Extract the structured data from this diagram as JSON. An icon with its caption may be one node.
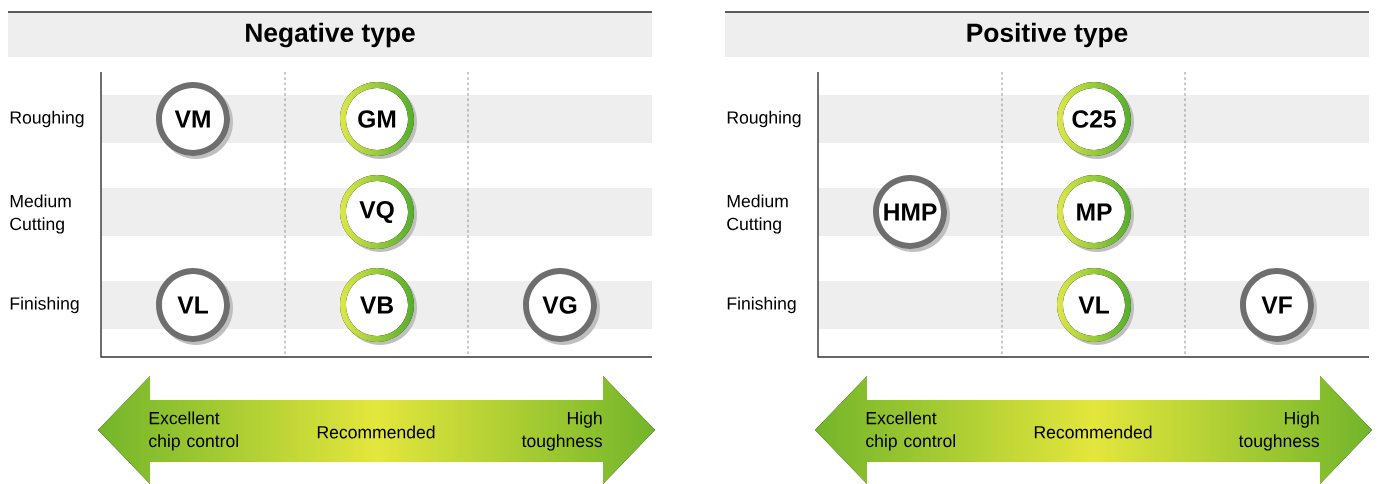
{
  "diagram": {
    "nodes": [
      {
        "text": [
          "Negative type"
        ]
      },
      {
        "text": [
          "VM"
        ]
      },
      {
        "text": [
          "GM"
        ]
      },
      {
        "text": [
          "VQ"
        ]
      },
      {
        "text": [
          "VL"
        ]
      },
      {
        "text": [
          "VB"
        ]
      },
      {
        "text": [
          "VG"
        ]
      },
      {
        "text": [
          "Positive type"
        ]
      },
      {
        "text": [
          "C25"
        ]
      },
      {
        "text": [
          "HMP"
        ]
      },
      {
        "text": [
          "MP"
        ]
      },
      {
        "text": [
          "VL"
        ]
      },
      {
        "text": [
          "VF"
        ]
      },
      {
        "text": [
          "Excellent chip control",
          "Recommended",
          "High toughness"
        ]
      },
      {
        "text": [
          "Excellent chip control",
          "Recommended",
          "High toughness"
        ]
      }
    ],
    "labels": [
      "Roughing",
      "Medium Cutting",
      "Finishing",
      "Roughing",
      "Medium Cutting",
      "Finishing"
    ]
  }
}
